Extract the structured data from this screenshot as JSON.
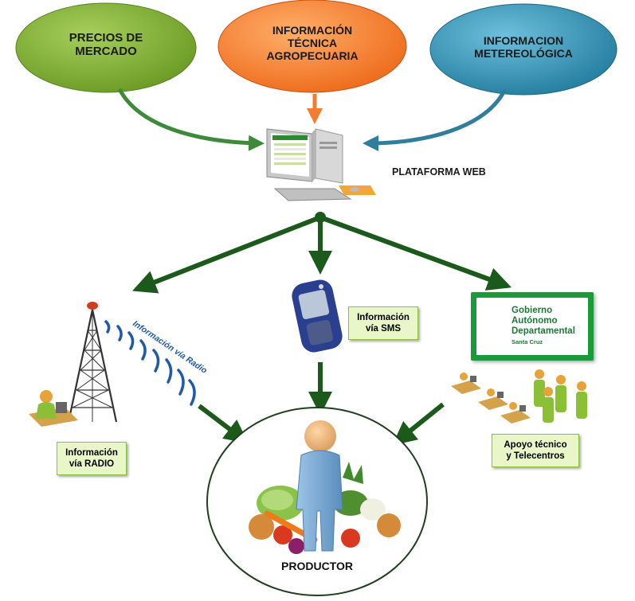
{
  "sources": [
    {
      "line1": "PRECIOS DE",
      "line2": "MERCADO",
      "line3": "",
      "color": "#7aab2e"
    },
    {
      "line1": "INFORMACIÓN",
      "line2": "TÉCNICA",
      "line3": "AGROPECUARIA",
      "color": "#f47c30"
    },
    {
      "line1": "INFORMACION",
      "line2": "METEREOLÓGICA",
      "line3": "",
      "color": "#2f8fae"
    }
  ],
  "platform_label": "PLATAFORMA WEB",
  "radio_wave_label": "Información vía Radio",
  "channels": {
    "radio": {
      "line1": "Información",
      "line2": "vía RADIO"
    },
    "sms": {
      "line1": "Información",
      "line2": "vía SMS"
    },
    "support": {
      "line1": "Apoyo técnico",
      "line2": "y Telecentros"
    }
  },
  "government": {
    "line1": "Gobierno",
    "line2": "Autónomo",
    "line3": "Departamental",
    "line4": "Santa Cruz"
  },
  "producer_label": "PRODUCTOR",
  "colors": {
    "arrow_dark": "#1c5a1c",
    "arrow_green": "#2f9a3a",
    "arrow_orange": "#f47c30",
    "arrow_blue": "#2f8fae"
  }
}
